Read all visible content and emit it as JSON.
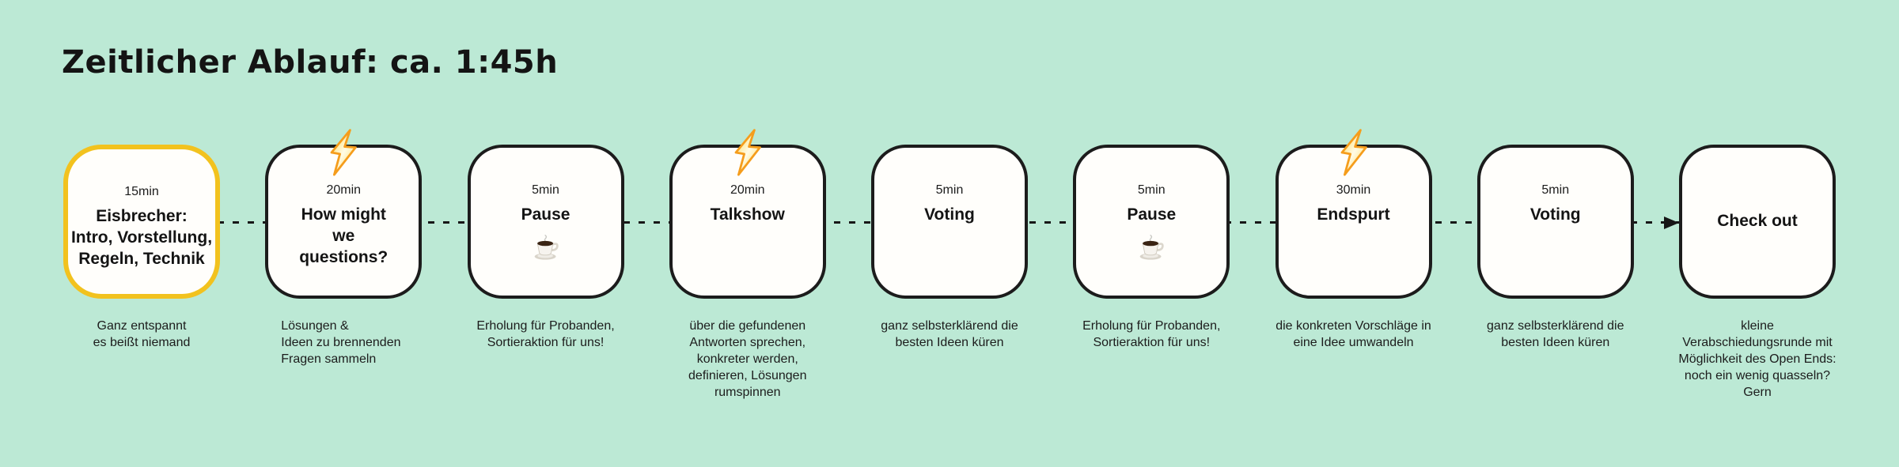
{
  "title": "Zeitlicher Ablauf: ca. 1:45h",
  "colors": {
    "background": "#bce9d5",
    "box_background": "#fffefb",
    "box_border": "#1c1c1c",
    "highlight_border": "#f2c21e",
    "bolt_outline": "#f59d1c",
    "bolt_fill": "#ffd74a",
    "text": "#1c1c1c"
  },
  "steps": [
    {
      "duration": "15min",
      "title": "Eisbrecher:\nIntro, Vorstellung,\nRegeln, Technik",
      "caption": "Ganz entspannt\nes beißt niemand",
      "highlighted": true,
      "icon": null,
      "caption_align": "center"
    },
    {
      "duration": "20min",
      "title": "How might\nwe\nquestions?",
      "caption": "Lösungen &\nIdeen zu brennenden\nFragen sammeln",
      "highlighted": false,
      "icon": "lightning-bolt-icon",
      "caption_align": "left"
    },
    {
      "duration": "5min",
      "title": "Pause",
      "caption": "Erholung für Probanden,\nSortieraktion für uns!",
      "highlighted": false,
      "icon": "coffee-cup-icon",
      "caption_align": "center"
    },
    {
      "duration": "20min",
      "title": "Talkshow",
      "caption": "über die gefundenen\nAntworten sprechen,\nkonkreter werden,\ndefinieren, Lösungen\nrumspinnen",
      "highlighted": false,
      "icon": "lightning-bolt-icon",
      "caption_align": "center"
    },
    {
      "duration": "5min",
      "title": "Voting",
      "caption": "ganz selbsterklärend die\nbesten Ideen küren",
      "highlighted": false,
      "icon": null,
      "caption_align": "center"
    },
    {
      "duration": "5min",
      "title": "Pause",
      "caption": "Erholung für Probanden,\nSortieraktion für uns!",
      "highlighted": false,
      "icon": "coffee-cup-icon",
      "caption_align": "center"
    },
    {
      "duration": "30min",
      "title": "Endspurt",
      "caption": "die konkreten Vorschläge in\neine Idee umwandeln",
      "highlighted": false,
      "icon": "lightning-bolt-icon",
      "caption_align": "center"
    },
    {
      "duration": "5min",
      "title": "Voting",
      "caption": "ganz selbsterklärend die\nbesten Ideen küren",
      "highlighted": false,
      "icon": null,
      "caption_align": "center"
    },
    {
      "duration": "",
      "title": "Check out",
      "caption": "kleine\nVerabschiedungsrunde mit\nMöglichkeit des Open Ends:\nnoch ein wenig quasseln?\nGern",
      "highlighted": false,
      "icon": null,
      "caption_align": "center"
    }
  ]
}
